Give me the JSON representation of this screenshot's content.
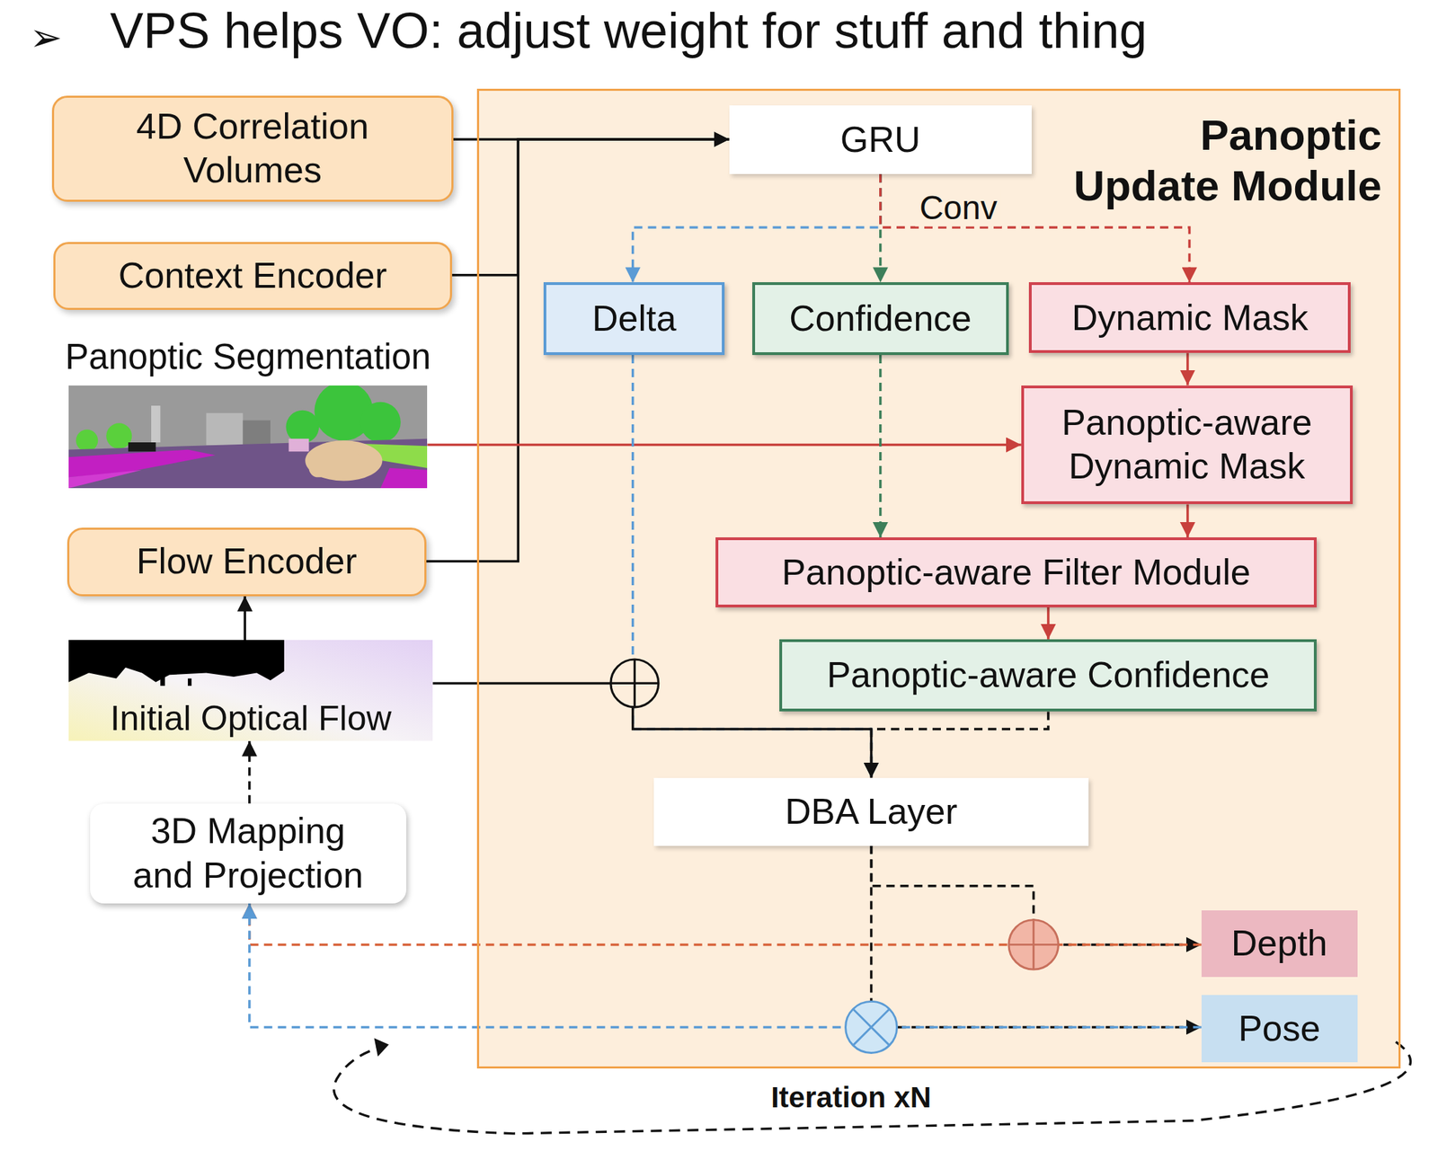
{
  "diagram": {
    "title": "VPS helps VO: adjust weight for stuff and thing",
    "nodes": [
      {
        "text": [
          "Panoptic Update Module"
        ]
      },
      {
        "text": [
          "4D Correlation Volumes"
        ]
      },
      {
        "text": [
          "Context Encoder"
        ]
      },
      {
        "text": [
          "Panoptic Segmentation"
        ]
      },
      {
        "text": [
          "Flow Encoder"
        ]
      },
      {
        "text": [
          "Initial Optical Flow"
        ]
      },
      {
        "text": [
          "3D Mapping and Projection"
        ]
      },
      {
        "text": [
          "GRU"
        ],
        "in": 0
      },
      {
        "text": [
          "Delta"
        ],
        "in": 0
      },
      {
        "text": [
          "Confidence"
        ],
        "in": 0
      },
      {
        "text": [
          "Dynamic Mask"
        ],
        "in": 0
      },
      {
        "text": [
          "Panoptic-aware Dynamic Mask"
        ],
        "in": 0
      },
      {
        "text": [
          "Panoptic-aware Filter Module"
        ],
        "in": 0
      },
      {
        "text": [
          "Panoptic-aware Confidence"
        ],
        "in": 0
      },
      {
        "text": [
          "DBA Layer"
        ],
        "in": 0
      },
      {
        "text": [
          "Depth"
        ],
        "in": 0
      },
      {
        "text": [
          "Pose"
        ],
        "in": 0
      }
    ],
    "edges": [
      {
        "from": 1,
        "to": 7,
        "arrow": "to"
      },
      {
        "from": 2,
        "to": 7,
        "arrow": "to"
      },
      {
        "from": 4,
        "to": 7,
        "arrow": "to"
      },
      {
        "from": 5,
        "to": 4,
        "arrow": "to"
      },
      {
        "from": 6,
        "to": 5,
        "arrow": "to"
      },
      {
        "from": 7,
        "to": 8,
        "arrow": "to"
      },
      {
        "from": 7,
        "to": 9,
        "arrow": "to"
      },
      {
        "from": 7,
        "to": 10,
        "arrow": "to"
      },
      {
        "from": 10,
        "to": 11,
        "arrow": "to"
      },
      {
        "from": 3,
        "to": 11,
        "arrow": "to"
      },
      {
        "from": 11,
        "to": 12,
        "arrow": "to"
      },
      {
        "from": 9,
        "to": 12,
        "arrow": "to"
      },
      {
        "from": 12,
        "to": 13,
        "arrow": "to"
      },
      {
        "from": 8,
        "to": 14,
        "arrow": "to"
      },
      {
        "from": 5,
        "to": 14,
        "arrow": "to"
      },
      {
        "from": 13,
        "to": 14,
        "arrow": "to"
      },
      {
        "from": 14,
        "to": 15,
        "arrow": "to"
      },
      {
        "from": 14,
        "to": 16,
        "arrow": "to"
      },
      {
        "from": 15,
        "to": 6,
        "arrow": "to"
      },
      {
        "from": 16,
        "to": 6,
        "arrow": "to"
      }
    ],
    "labels": [
      "➢",
      "Conv",
      "Iteration xN"
    ]
  }
}
